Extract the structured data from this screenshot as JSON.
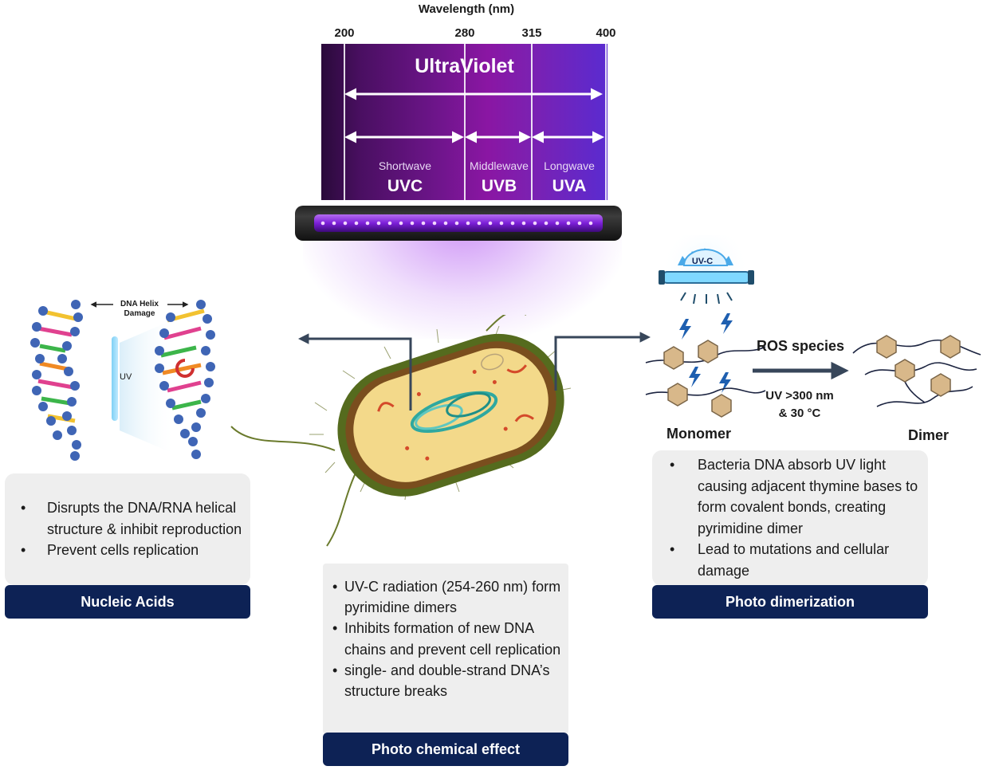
{
  "spectrum": {
    "axis_title": "Wavelength (nm)",
    "ticks": [
      "200",
      "280",
      "315",
      "400"
    ],
    "title": "UltraViolet",
    "bands": [
      {
        "sub": "Shortwave",
        "name": "UVC"
      },
      {
        "sub": "Middlewave",
        "name": "UVB"
      },
      {
        "sub": "Longwave",
        "name": "UVA"
      }
    ]
  },
  "dna_figure": {
    "damage_label_1": "DNA Helix",
    "damage_label_2": "Damage",
    "uv_label": "UV"
  },
  "dimer_figure": {
    "lamp_label": "UV-C",
    "ros_label": "ROS species",
    "condition_1": "UV >300 nm",
    "condition_2": "& 30 °C",
    "monomer_label": "Monomer",
    "dimer_label": "Dimer"
  },
  "nucleic": {
    "bullets": [
      "Disrupts the DNA/RNA helical structure & inhibit reproduction",
      "Prevent cells replication"
    ],
    "label": "Nucleic Acids"
  },
  "photochem": {
    "bullets": [
      "UV-C radiation (254-260 nm) form pyrimidine dimers",
      "Inhibits formation of new DNA chains and prevent cell replication",
      "single- and double-strand DNA’s structure breaks"
    ],
    "label": "Photo chemical effect"
  },
  "dimerization": {
    "bullets": [
      "Bacteria DNA absorb UV light causing adjacent thymine bases to form covalent bonds, creating pyrimidine dimer",
      "Lead to mutations and cellular damage"
    ],
    "label": "Photo dimerization"
  },
  "colors": {
    "label_bar": "#0d2255",
    "box_bg": "#eeeeee",
    "uv_purple": "#7d20b0",
    "hexagon": "#d8b88a",
    "arrow": "#37465a"
  }
}
